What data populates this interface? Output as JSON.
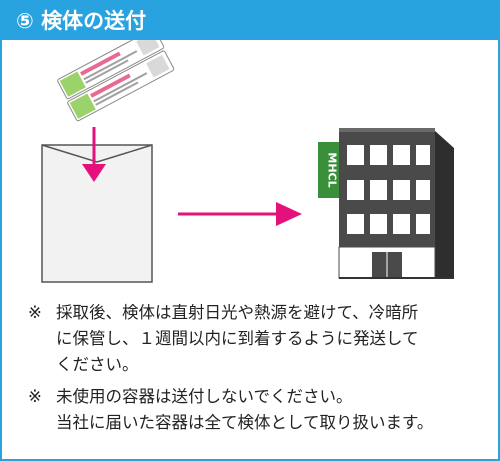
{
  "header": {
    "title": "⑤ 検体の送付"
  },
  "illustration": {
    "building_sign": "MHCL",
    "colors": {
      "arrow": "#e4117c",
      "building": "#4a4a4a",
      "envelope": "#f2f2f2",
      "tube_label": "#9bd36a"
    }
  },
  "notes": [
    {
      "mark": "※",
      "lines": [
        "採取後、検体は直射日光や熱源を避けて、冷暗所",
        "に保管し、１週間以内に到着するように発送して",
        "ください。"
      ]
    },
    {
      "mark": "※",
      "lines": [
        "未使用の容器は送付しないでください。",
        "当社に届いた容器は全て検体として取り扱います。"
      ]
    }
  ]
}
